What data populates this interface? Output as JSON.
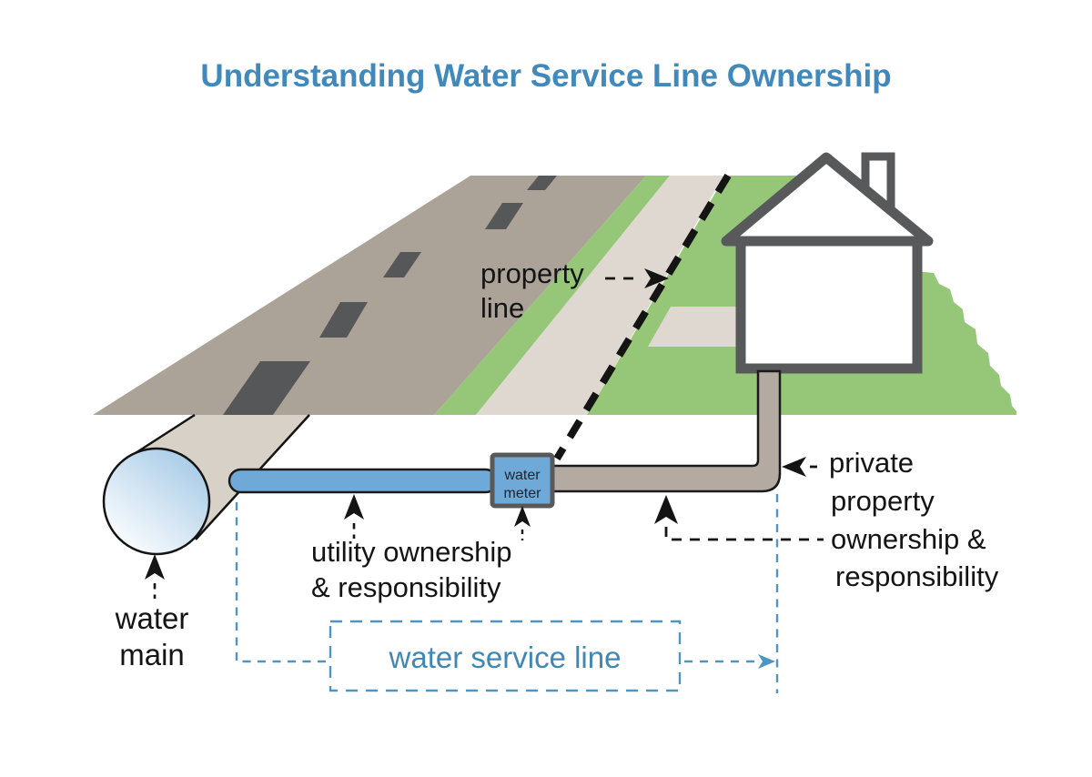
{
  "title": "Understanding Water Service Line Ownership",
  "labels": {
    "property_line": {
      "line1": "property",
      "line2": "line"
    },
    "water_main": {
      "line1": "water",
      "line2": "main"
    },
    "utility_ownership": {
      "line1": "utility ownership",
      "line2": "& responsibility"
    },
    "private_ownership": {
      "line1": "private",
      "line2": "property",
      "line3": "ownership &",
      "line4": "responsibility"
    },
    "water_meter": {
      "line1": "water",
      "line2": "meter"
    },
    "water_service_line": "water service line"
  },
  "colors": {
    "title_blue": "#4089ba",
    "service_label_blue": "#4187b3",
    "bracket_dash_blue": "#4e94c4",
    "pipe_water_blue": "#6ea9d8",
    "grass_green": "#96c678",
    "road_gray": "#aba298",
    "road_dash_gray": "#565759",
    "sidewalk_gray": "#ded8d0",
    "water_main_tan": "#d8d1c8",
    "private_pipe_tan": "#b3aaa1",
    "outline_dark_gray": "#58595b",
    "line_black": "#141414"
  }
}
